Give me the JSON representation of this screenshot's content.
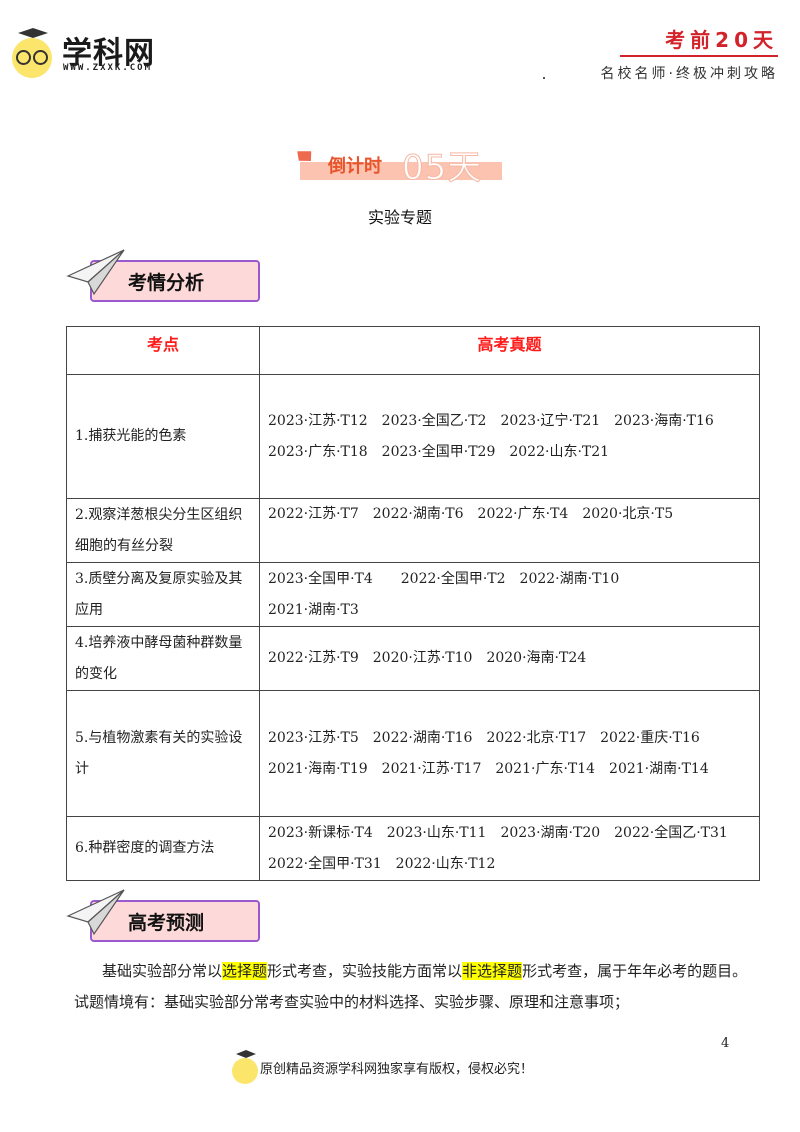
{
  "header": {
    "logo_name": "学科网",
    "logo_url": "WWW.ZXXK.COM",
    "brand_title": "考前20天",
    "brand_subtitle": "名校名师·终极冲刺攻略",
    "accent_color": "#d2232a"
  },
  "countdown": {
    "label": "倒计时",
    "days": "05天"
  },
  "subject_title": "实验专题",
  "sections": {
    "analysis_title": "考情分析",
    "prediction_title": "高考预测"
  },
  "table": {
    "headers": [
      "考点",
      "高考真题"
    ],
    "rows": [
      {
        "topic": "1.捕获光能的色素",
        "refs": [
          "2023·江苏·T12　2023·全国乙·T2　2023·辽宁·T21　2023·海南·T16",
          "2023·广东·T18　2023·全国甲·T29　2022·山东·T21"
        ]
      },
      {
        "topic": "2.观察洋葱根尖分生区组织细胞的有丝分裂",
        "refs": [
          "2022·江苏·T7　2022·湖南·T6　2022·广东·T4　2020·北京·T5"
        ]
      },
      {
        "topic": "3.质壁分离及复原实验及其应用",
        "refs": [
          "2023·全国甲·T4　　2022·全国甲·T2　2022·湖南·T10",
          "2021·湖南·T3"
        ]
      },
      {
        "topic": "4.培养液中酵母菌种群数量的变化",
        "refs": [
          "2022·江苏·T9　2020·江苏·T10　2020·海南·T24"
        ]
      },
      {
        "topic": "5.与植物激素有关的实验设计",
        "refs": [
          "2023·江苏·T5　2022·湖南·T16　2022·北京·T17　2022·重庆·T16",
          "2021·海南·T19　2021·江苏·T17　2021·广东·T14　2021·湖南·T14"
        ]
      },
      {
        "topic": "6.种群密度的调查方法",
        "refs": [
          "2023·新课标·T4　2023·山东·T11　2023·湖南·T20　2022·全国乙·T31　2022·全国甲·T31　2022·山东·T12"
        ]
      }
    ]
  },
  "prediction": {
    "p1_a": "基础实验部分常以",
    "p1_hl1": "选择题",
    "p1_b": "形式考查，实验技能方面常以",
    "p1_hl2": "非选择题",
    "p1_c": "形式考查，属于年年必考的题目。试题情境有：基础实验部分常考查实验中的材料选择、实验步骤、原理和注意事项；"
  },
  "footer": {
    "page_number": "4",
    "copyright": "原创精品资源学科网独家享有版权，侵权必究！"
  }
}
